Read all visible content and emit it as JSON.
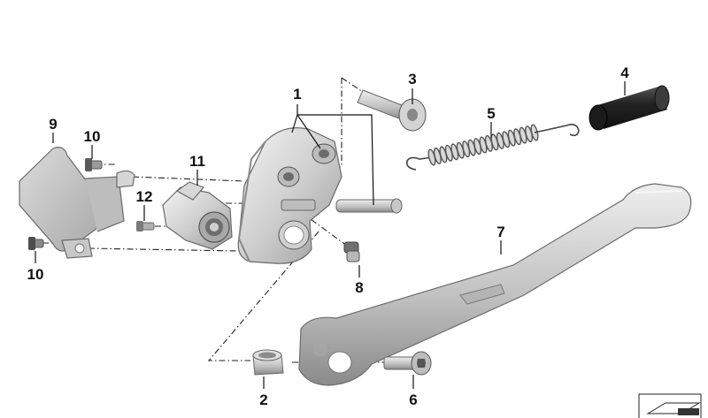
{
  "diagram": {
    "parts": [
      {
        "id": "1",
        "label": "1",
        "name": "bracket"
      },
      {
        "id": "2",
        "label": "2",
        "name": "bushing"
      },
      {
        "id": "3",
        "label": "3",
        "name": "collar-screw"
      },
      {
        "id": "4",
        "label": "4",
        "name": "rubber-sleeve"
      },
      {
        "id": "5",
        "label": "5",
        "name": "tension-spring"
      },
      {
        "id": "6",
        "label": "6",
        "name": "torx-bolt"
      },
      {
        "id": "7",
        "label": "7",
        "name": "side-stand"
      },
      {
        "id": "8",
        "label": "8",
        "name": "small-screw"
      },
      {
        "id": "9",
        "label": "9",
        "name": "cover-plate"
      },
      {
        "id": "10a",
        "label": "10",
        "name": "screw-top"
      },
      {
        "id": "10b",
        "label": "10",
        "name": "screw-bottom"
      },
      {
        "id": "11",
        "label": "11",
        "name": "switch"
      },
      {
        "id": "12",
        "label": "12",
        "name": "switch-screw"
      }
    ]
  },
  "colors": {
    "metal_light": "#e6e6e6",
    "metal_mid": "#c4c4c4",
    "metal_dark": "#8e8e8e",
    "rubber": "#2a2a2a",
    "lines": "#111111"
  }
}
